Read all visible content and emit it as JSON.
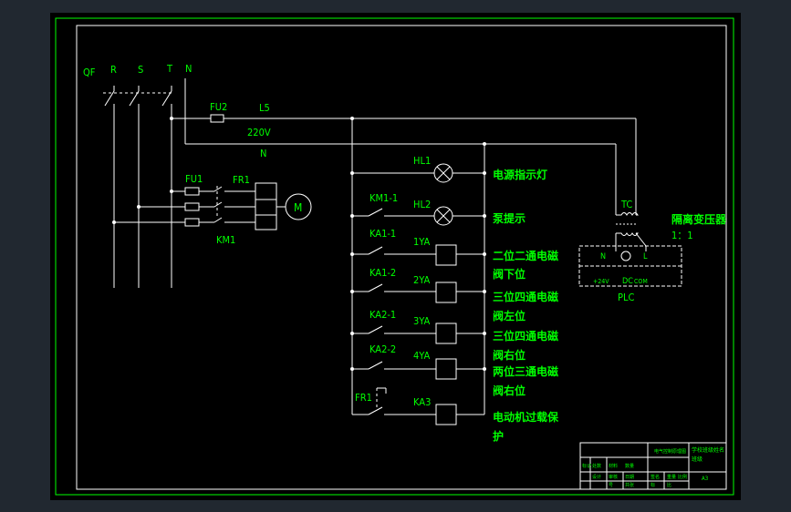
{
  "colors": {
    "background": "#000000",
    "app_frame": "#212830",
    "line": "#ffffff",
    "label": "#00ff00",
    "title_text": "#00ff00"
  },
  "labels": {
    "qf": "QF",
    "r": "R",
    "s": "S",
    "t": "T",
    "n_top": "N",
    "fu2": "FU2",
    "l5": "L5",
    "v220": "220V",
    "n_mid": "N",
    "fu1": "FU1",
    "fr1_top": "FR1",
    "km1_bottom": "KM1",
    "motor": "M",
    "hl1": "HL1",
    "km1_contact": "KM1-1",
    "hl2": "HL2",
    "ka1_1": "KA1-1",
    "ya1": "1YA",
    "ka1_2": "KA1-2",
    "ya2": "2YA",
    "ka2_1": "KA2-1",
    "ya3": "3YA",
    "ka2_2": "KA2-2",
    "ya4": "4YA",
    "fr1_bottom": "FR1",
    "ka3": "KA3",
    "tc": "TC",
    "plc_n": "N",
    "plc_l": "L",
    "plc_24v": "+24V",
    "plc_dc": "DC",
    "plc_com": "COM",
    "plc": "PLC"
  },
  "descriptions": {
    "power_lamp": "电源指示灯",
    "pump_hint": "泵提示",
    "valve1_line1": "二位二通电磁",
    "valve1_line2": "阀下位",
    "valve2_line1": "三位四通电磁",
    "valve2_line2": "阀左位",
    "valve3_line1": "三位四通电磁",
    "valve3_line2": "阀右位",
    "valve4_line1": "两位三通电磁",
    "valve4_line2": "阀右位",
    "overload_line1": "电动机过载保",
    "overload_line2": "护",
    "transformer_line1": "隔离变压器",
    "transformer_line2": "1：1"
  },
  "title_block": {
    "drawing_name": "电气控制原理图",
    "school_line1": "学校班级姓名",
    "school_line2": "班级",
    "sheet": "A3",
    "design": "设计",
    "check": "审核",
    "scale": "比例",
    "quantity": "共张",
    "count_label": "数量",
    "material": "材料",
    "mark1": "标记",
    "mark2": "处数",
    "date": "日期",
    "sign": "签名",
    "mark_col": "标",
    "ratio_col": "比",
    "weight": "重量",
    "no": "号"
  }
}
